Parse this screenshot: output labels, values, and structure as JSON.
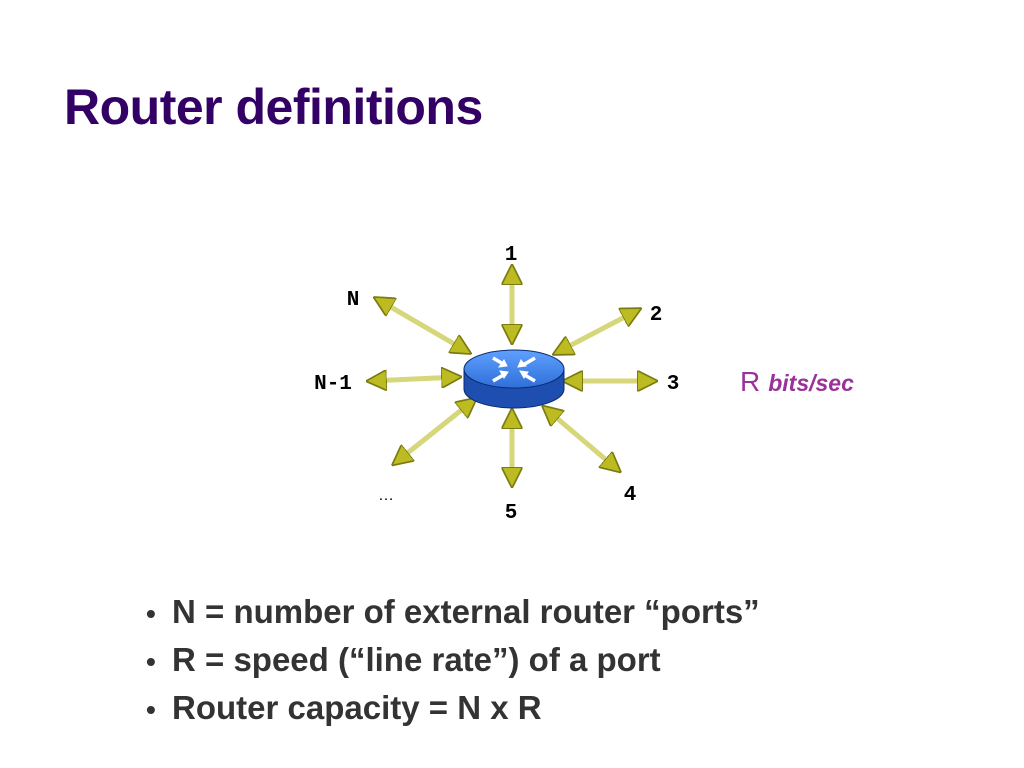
{
  "slide": {
    "title": "Router definitions"
  },
  "diagram": {
    "ports": [
      {
        "id": "p1",
        "label": "1"
      },
      {
        "id": "p2",
        "label": "2"
      },
      {
        "id": "p3",
        "label": "3"
      },
      {
        "id": "p4",
        "label": "4"
      },
      {
        "id": "p5",
        "label": "5"
      },
      {
        "id": "p6",
        "label": "…"
      },
      {
        "id": "p7",
        "label": "N-1"
      },
      {
        "id": "p8",
        "label": "N"
      }
    ],
    "rate_symbol": "R",
    "rate_unit": "bits/sec",
    "colors": {
      "router_top": "#3a7fe0",
      "router_side": "#1e4fb0",
      "link": "#d6d67a",
      "arrowhead": "#bcbc22",
      "rate_text": "#993399"
    }
  },
  "bullets": [
    {
      "marker": "•",
      "text": "N = number of external router “ports”"
    },
    {
      "marker": "•",
      "text": "R = speed (“line rate”) of a port"
    },
    {
      "marker": "•",
      "text": "Router capacity = N x R"
    }
  ]
}
